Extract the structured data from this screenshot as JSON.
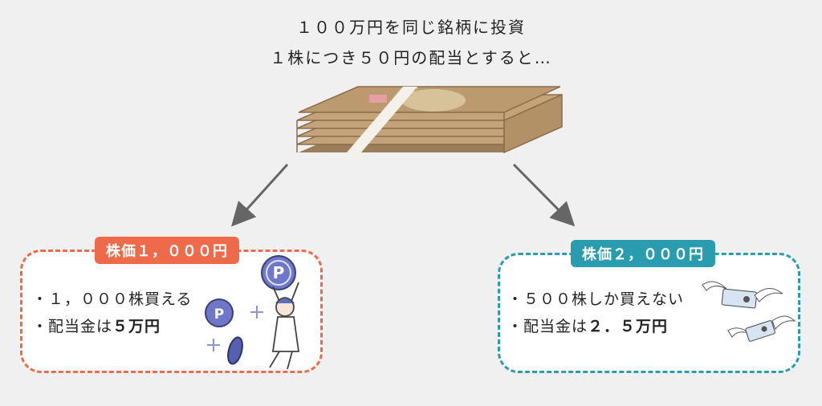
{
  "header": {
    "line1": "１００万円を同じ銘柄に投資",
    "line2": "１株につき５０円の配当とすると…"
  },
  "left": {
    "badge": "株価１，０００円",
    "line1": "・１，０００株買える",
    "line2_prefix": "・配当金は",
    "line2_value": "５万円"
  },
  "right": {
    "badge": "株価２，０００円",
    "line1": "・５００株しか買えない",
    "line2_prefix": "・配当金は",
    "line2_value": "２．５万円"
  },
  "colors": {
    "left_accent": "#ef6a4a",
    "right_accent": "#2a9cb0",
    "background": "#f0f0f0"
  },
  "icons": [
    "money-stack-icon",
    "arrow-down-left-icon",
    "arrow-down-right-icon",
    "point-coin-icon",
    "happy-person-icon",
    "sparkle-icon",
    "flying-bill-icon"
  ]
}
